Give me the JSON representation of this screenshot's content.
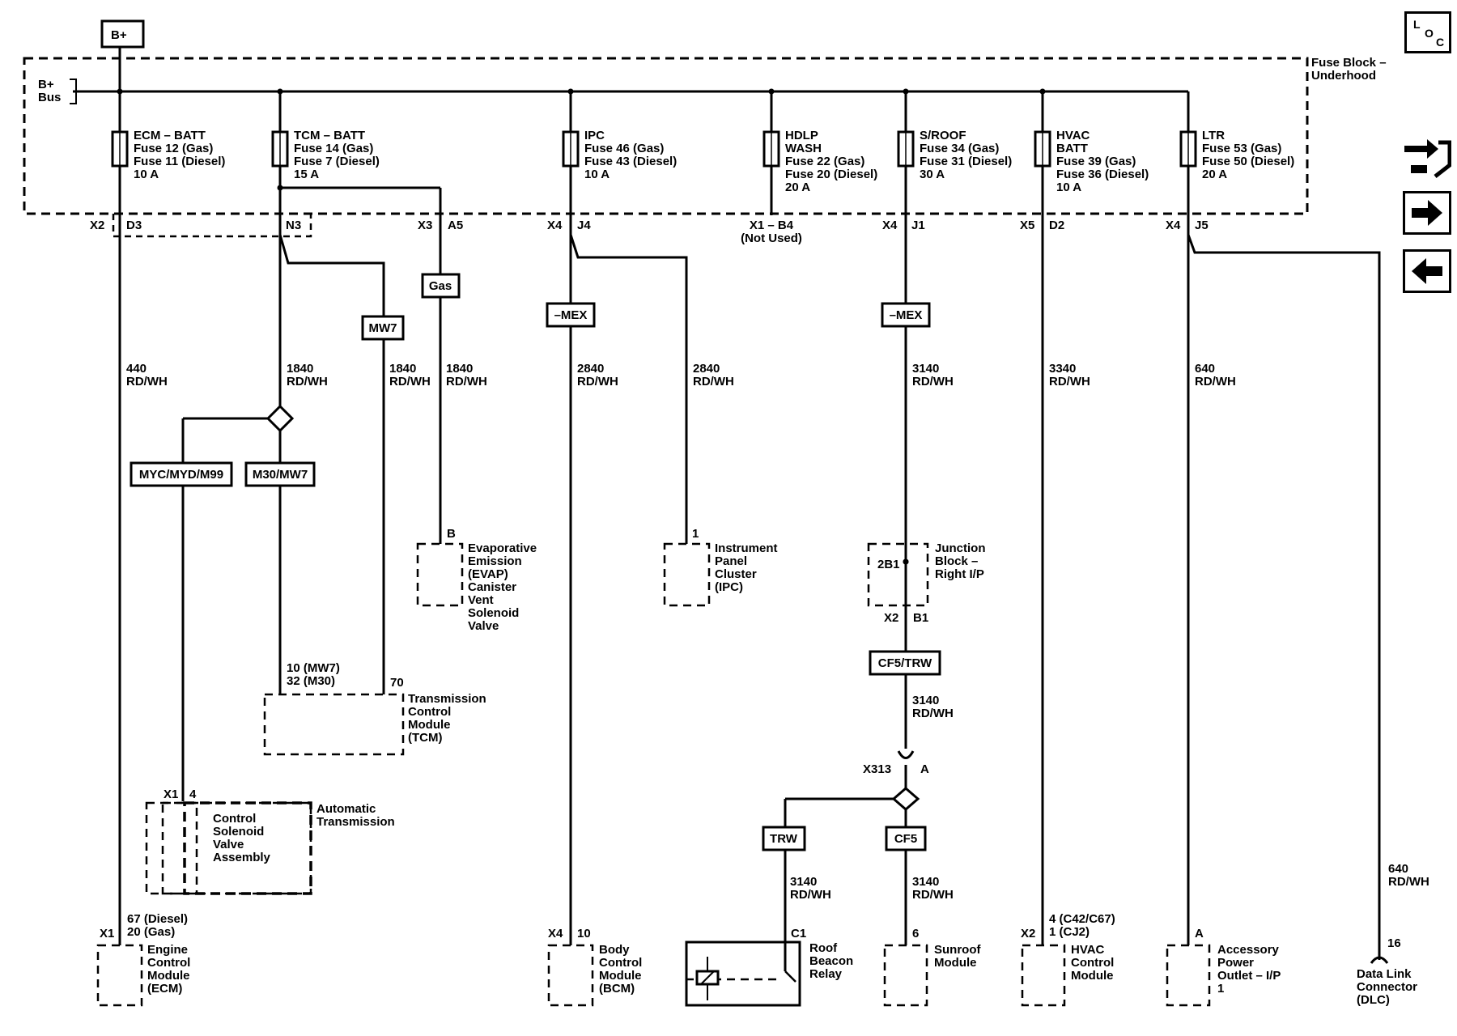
{
  "battery": {
    "label": "B+"
  },
  "bus": {
    "label": "B+\nBus"
  },
  "fuse_block": {
    "label": "Fuse Block –\nUnderhood"
  },
  "nav": {
    "loc_L": "L",
    "loc_O": "O",
    "loc_C": "C"
  },
  "fuses": [
    {
      "id": "ecm",
      "text": "ECM – BATT\nFuse 12 (Gas)\nFuse 11 (Diesel)\n10 A"
    },
    {
      "id": "tcm",
      "text": "TCM – BATT\nFuse 14 (Gas)\nFuse 7 (Diesel)\n15 A"
    },
    {
      "id": "ipc",
      "text": "IPC\nFuse 46 (Gas)\nFuse 43 (Diesel)\n10 A"
    },
    {
      "id": "hdlp",
      "text": "HDLP\nWASH\nFuse 22 (Gas)\nFuse 20 (Diesel)\n20 A"
    },
    {
      "id": "sroof",
      "text": "S/ROOF\nFuse 34 (Gas)\nFuse 31 (Diesel)\n30 A"
    },
    {
      "id": "hvac",
      "text": "HVAC\nBATT\nFuse 39 (Gas)\nFuse 36 (Diesel)\n10 A"
    },
    {
      "id": "ltr",
      "text": "LTR\nFuse 53 (Gas)\nFuse 50 (Diesel)\n20 A"
    }
  ],
  "connectors": {
    "x2": "X2",
    "d3": "D3",
    "n3": "N3",
    "x3": "X3",
    "a5": "A5",
    "x4a": "X4",
    "j4": "J4",
    "x1b4": "X1 – B4\n(Not Used)",
    "x4b": "X4",
    "j1": "J1",
    "x5": "X5",
    "d2": "D2",
    "x4c": "X4",
    "j5": "J5"
  },
  "options": {
    "gas": "Gas",
    "mw7": "MW7",
    "mex1": "–MEX",
    "mex2": "–MEX",
    "myc": "MYC/MYD/M99",
    "m30": "M30/MW7",
    "cf5trw": "CF5/TRW",
    "trw": "TRW",
    "cf5": "CF5"
  },
  "wires": {
    "w440": "440\nRD/WH",
    "w1840a": "1840\nRD/WH",
    "w1840b": "1840\nRD/WH",
    "w1840c": "1840\nRD/WH",
    "w2840a": "2840\nRD/WH",
    "w2840b": "2840\nRD/WH",
    "w3140a": "3140\nRD/WH",
    "w3340": "3340\nRD/WH",
    "w640a": "640\nRD/WH",
    "w3140b": "3140\nRD/WH",
    "w3140c": "3140\nRD/WH",
    "w3140d": "3140\nRD/WH",
    "w640b": "640\nRD/WH"
  },
  "components": {
    "evap": "Evaporative\nEmission\n(EVAP)\nCanister\nVent\nSolenoid\nValve",
    "evap_pin": "B",
    "ipc": "Instrument\nPanel\nCluster\n(IPC)",
    "ipc_pin": "1",
    "jb": "Junction\nBlock –\nRight I/P",
    "jb_pin": "2B1",
    "jb_conn_x2": "X2",
    "jb_conn_b1": "B1",
    "tcm": "Transmission\nControl\nModule\n(TCM)",
    "tcm_pins": "10 (MW7)\n32 (M30)",
    "tcm_pin70": "70",
    "trans": "Automatic\nTransmission",
    "solenoid": "Control\nSolenoid\nValve\nAssembly",
    "trans_x1": "X1",
    "trans_4": "4",
    "x313": "X313",
    "x313_a": "A",
    "ecm": "Engine\nControl\nModule\n(ECM)",
    "ecm_x1": "X1",
    "ecm_pins": "67 (Diesel)\n20 (Gas)",
    "bcm": "Body\nControl\nModule\n(BCM)",
    "bcm_x4": "X4",
    "bcm_10": "10",
    "relay": "Roof\nBeacon\nRelay",
    "relay_c1": "C1",
    "sunroof": "Sunroof\nModule",
    "sunroof_6": "6",
    "hvac": "HVAC\nControl\nModule",
    "hvac_x2": "X2",
    "hvac_pins": "4 (C42/C67)\n1 (CJ2)",
    "outlet": "Accessory\nPower\nOutlet – I/P\n1",
    "outlet_a": "A",
    "dlc": "Data Link\nConnector\n(DLC)",
    "dlc_16": "16"
  }
}
